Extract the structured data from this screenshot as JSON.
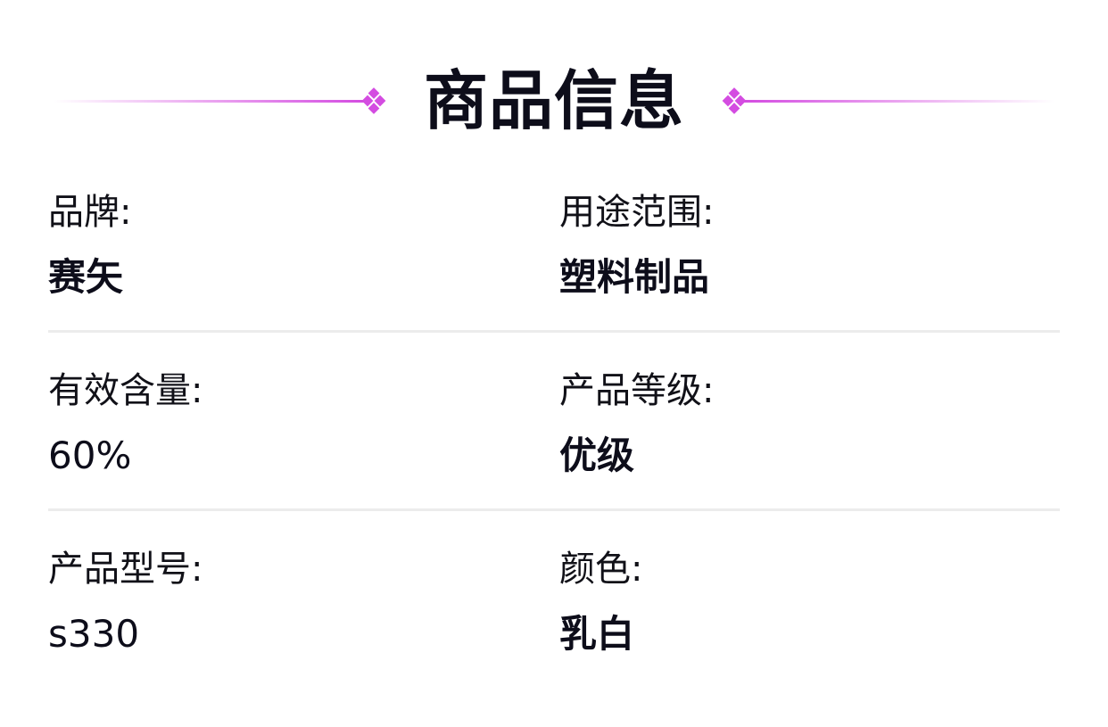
{
  "header": {
    "title": "商品信息",
    "accent_color": "#d44ce1",
    "left_ornament_icon": "diamond-cluster-icon",
    "right_ornament_icon": "diamond-cluster-icon"
  },
  "info": {
    "rows": [
      {
        "left": {
          "label": "品牌:",
          "value": "赛矢"
        },
        "right": {
          "label": "用途范围:",
          "value": "塑料制品"
        }
      },
      {
        "left": {
          "label": "有效含量:",
          "value": "60%"
        },
        "right": {
          "label": "产品等级:",
          "value": "优级"
        }
      },
      {
        "left": {
          "label": "产品型号:",
          "value": "s330"
        },
        "right": {
          "label": "颜色:",
          "value": "乳白"
        }
      }
    ]
  },
  "colors": {
    "text": "#0d0d1a",
    "divider": "#ececec",
    "background": "#ffffff"
  }
}
